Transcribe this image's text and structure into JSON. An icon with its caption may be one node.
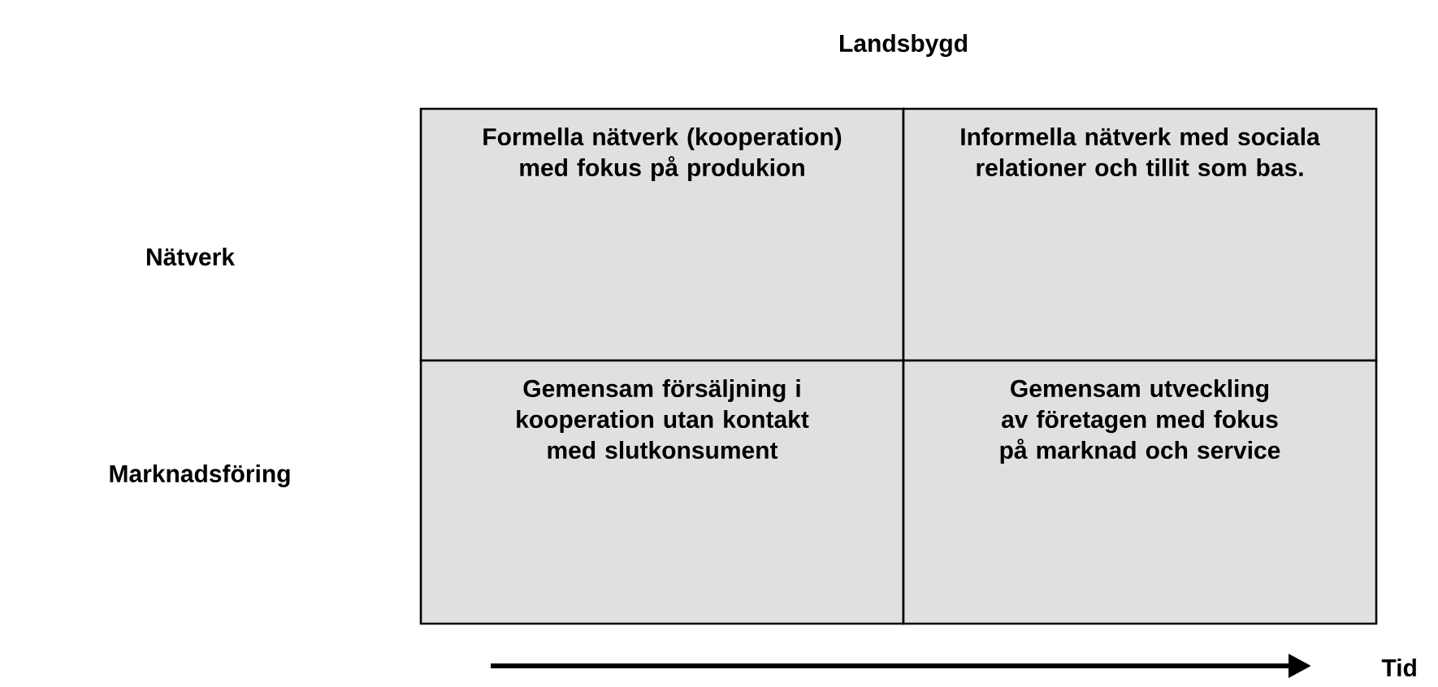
{
  "diagram": {
    "nodes": [
      {
        "text": [
          "Formella nätverk (kooperation) med fokus på produkion"
        ]
      },
      {
        "text": [
          "Informella nätverk med sociala relationer och tillit som bas."
        ]
      },
      {
        "text": [
          "Gemensam försäljning i kooperation utan kontakt med slutkonsument"
        ]
      },
      {
        "text": [
          "Gemensam utveckling av företagen med fokus på marknad och service"
        ]
      }
    ],
    "labels": [
      "Landsbygd",
      "Nätverk",
      "Marknadsföring",
      "Tid"
    ]
  }
}
